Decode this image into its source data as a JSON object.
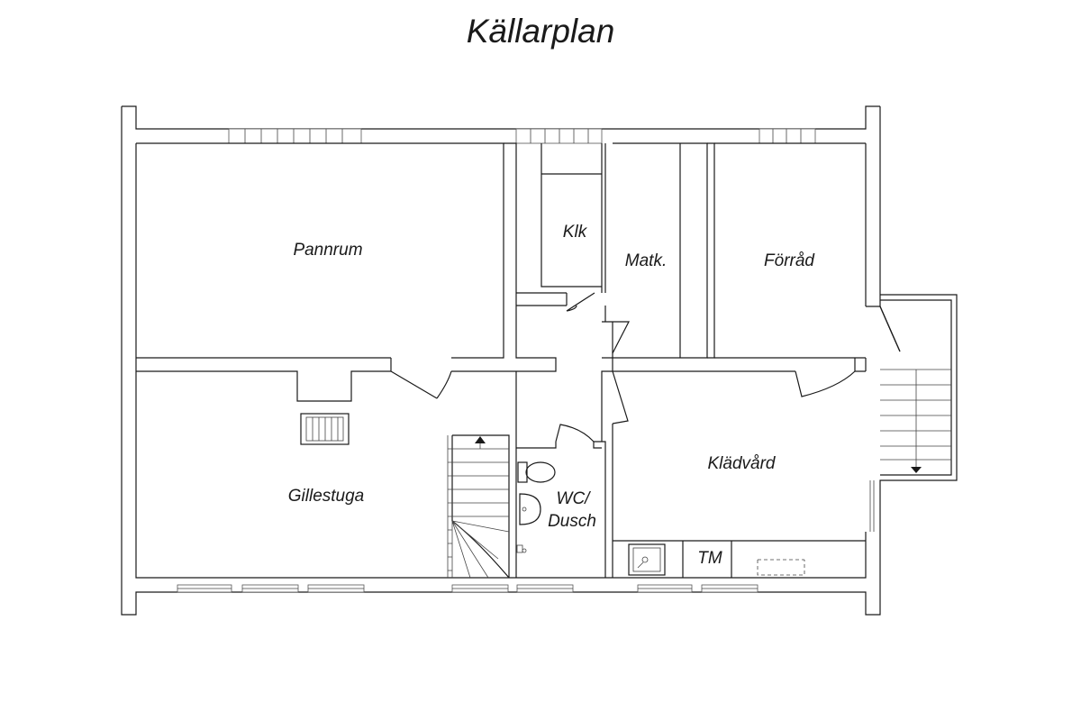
{
  "title": "Källarplan",
  "rooms": {
    "pannrum": "Pannrum",
    "klk": "Klk",
    "matk": "Matk.",
    "forrad": "Förråd",
    "gillestuga": "Gillestuga",
    "wc_line1": "WC/",
    "wc_line2": "Dusch",
    "kladvard": "Klädvård",
    "tm": "TM"
  }
}
